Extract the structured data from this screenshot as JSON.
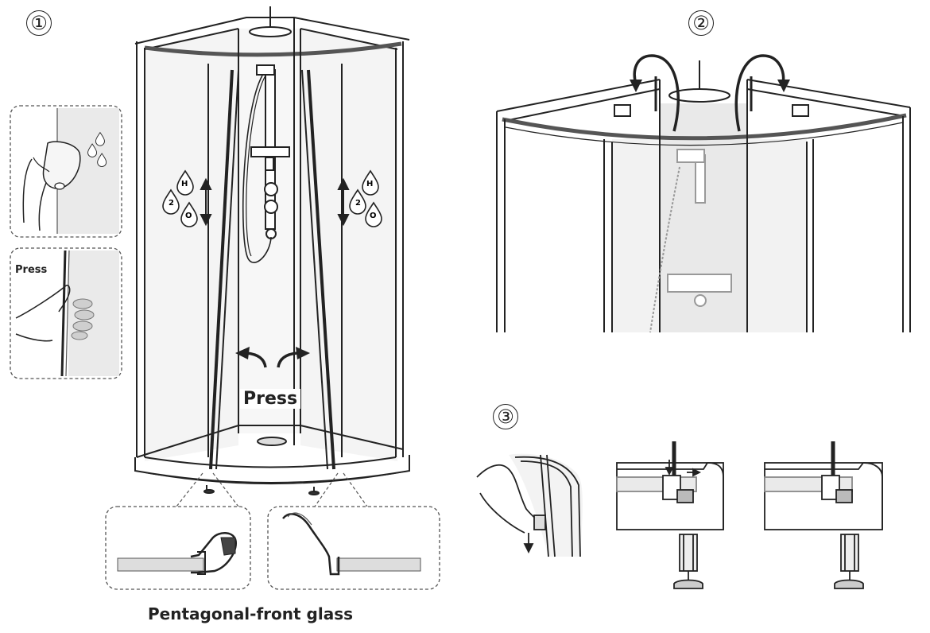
{
  "steps": {
    "step1": "①",
    "step2": "②",
    "step3": "③"
  },
  "labels": {
    "press_main": "Press",
    "press_inset": "Press",
    "caption": "Pentagonal-front glass"
  },
  "water_drop_letters": {
    "h": "H",
    "two": "2",
    "o": "O"
  },
  "colors": {
    "line": "#222222",
    "glass": "#e6e6e6",
    "panel_bg": "#f0f0f0"
  }
}
